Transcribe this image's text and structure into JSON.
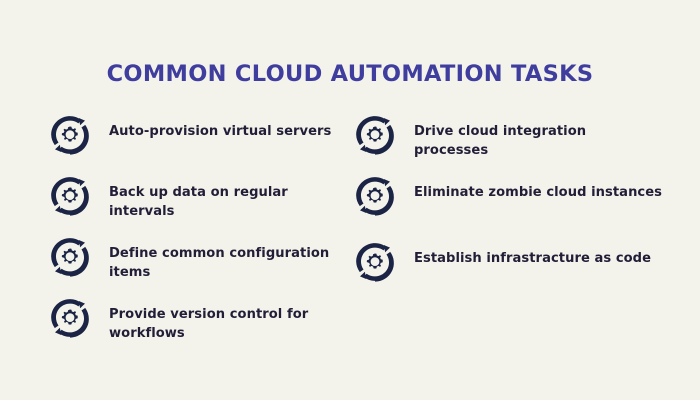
{
  "page": {
    "title": "COMMON CLOUD AUTOMATION TASKS",
    "background_color": "#f4f3eb",
    "title_color": "#3f3d9e",
    "text_color": "#221e38",
    "icon_color": "#1b2445"
  },
  "columns": {
    "left": {
      "items": [
        {
          "icon": "gear-refresh-icon",
          "label": "Auto-provision virtual servers"
        },
        {
          "icon": "gear-refresh-icon",
          "label": "Back up data on regular intervals"
        },
        {
          "icon": "gear-refresh-icon",
          "label": "Define common configuration items"
        },
        {
          "icon": "gear-refresh-icon",
          "label": "Provide version control for workflows"
        }
      ]
    },
    "right": {
      "items": [
        {
          "icon": "gear-refresh-icon",
          "label": "Drive cloud integration processes"
        },
        {
          "icon": "gear-refresh-icon",
          "label": "Eliminate zombie cloud instances"
        },
        {
          "icon": "gear-refresh-icon",
          "label": "Establish infrastracture as  code"
        }
      ]
    }
  }
}
